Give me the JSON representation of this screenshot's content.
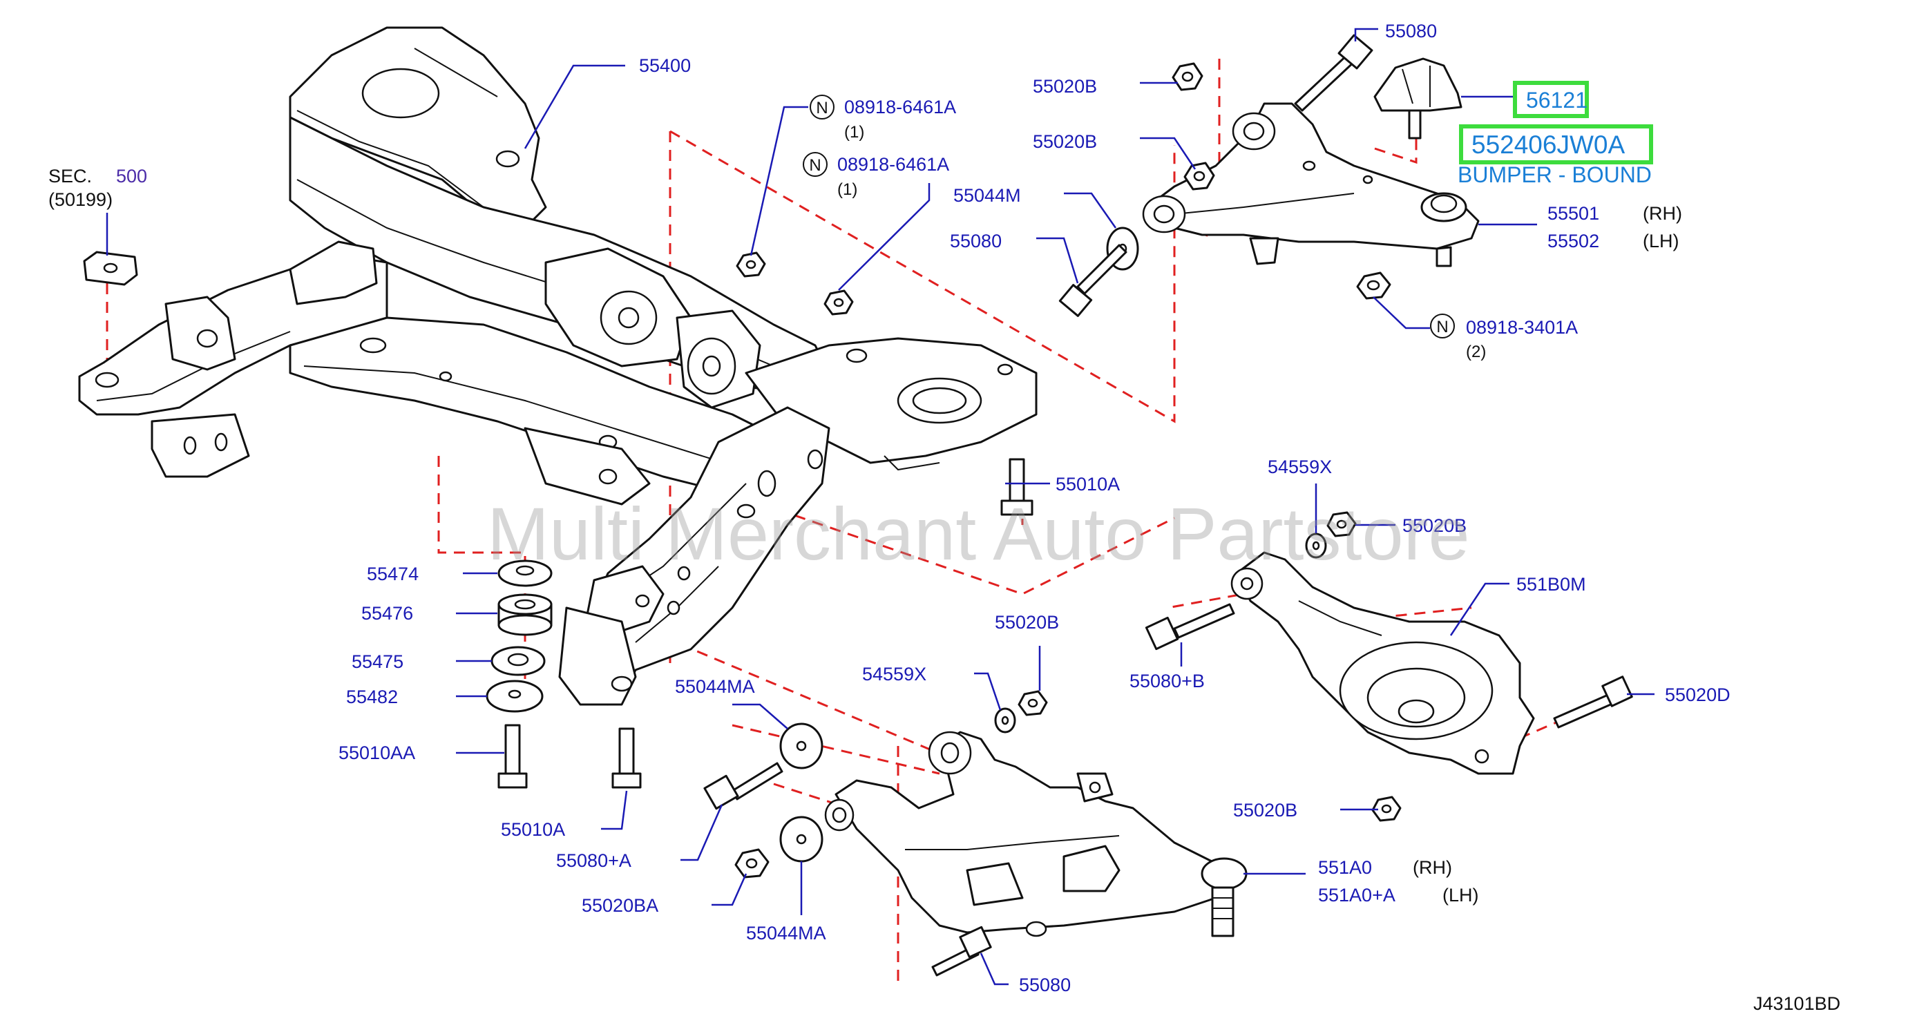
{
  "watermark": "Multi Merchant Auto Partstore",
  "diagram_code": "J43101BD",
  "section": {
    "prefix": "SEC.",
    "number": "500",
    "sub": "(50199)"
  },
  "highlight": {
    "part_56121": "56121",
    "part_number": "552406JW0A",
    "description": "BUMPER - BOUND"
  },
  "callouts": {
    "c55400": "55400",
    "c55080_top": "55080",
    "c55020B_a": "55020B",
    "c55020B_b": "55020B",
    "c55044M": "55044M",
    "c55080_left": "55080",
    "c55501": "55501",
    "c55502": "55502",
    "rh": "(RH)",
    "lh": "(LH)",
    "n1_num": "08918-6461A",
    "n1_qty": "(1)",
    "n2_num": "08918-6461A",
    "n2_qty": "(1)",
    "n3_num": "08918-3401A",
    "n3_qty": "(2)",
    "n_mark": "N",
    "c55010A_top": "55010A",
    "c54559X_top": "54559X",
    "c55020B_c": "55020B",
    "c551B0M": "551B0M",
    "c55474": "55474",
    "c55476": "55476",
    "c55475": "55475",
    "c55482": "55482",
    "c55010AA": "55010AA",
    "c55010A_bot": "55010A",
    "c55020B_d": "55020B",
    "c54559X_bot": "54559X",
    "c55044MA_top": "55044MA",
    "c55080B": "55080+B",
    "c55020D": "55020D",
    "c55020B_e": "55020B",
    "c55080A": "55080+A",
    "c55020BA": "55020BA",
    "c55044MA_bot": "55044MA",
    "c551A0": "551A0",
    "c551A0A": "551A0+A",
    "rh2": "(RH)",
    "lh2": "(LH)",
    "c55080_bot": "55080"
  },
  "colors": {
    "callout": "#1a1ab4",
    "highlight_box": "#3ddc3d",
    "highlight_text": "#1a7fd6",
    "dashed": "#e02020"
  }
}
